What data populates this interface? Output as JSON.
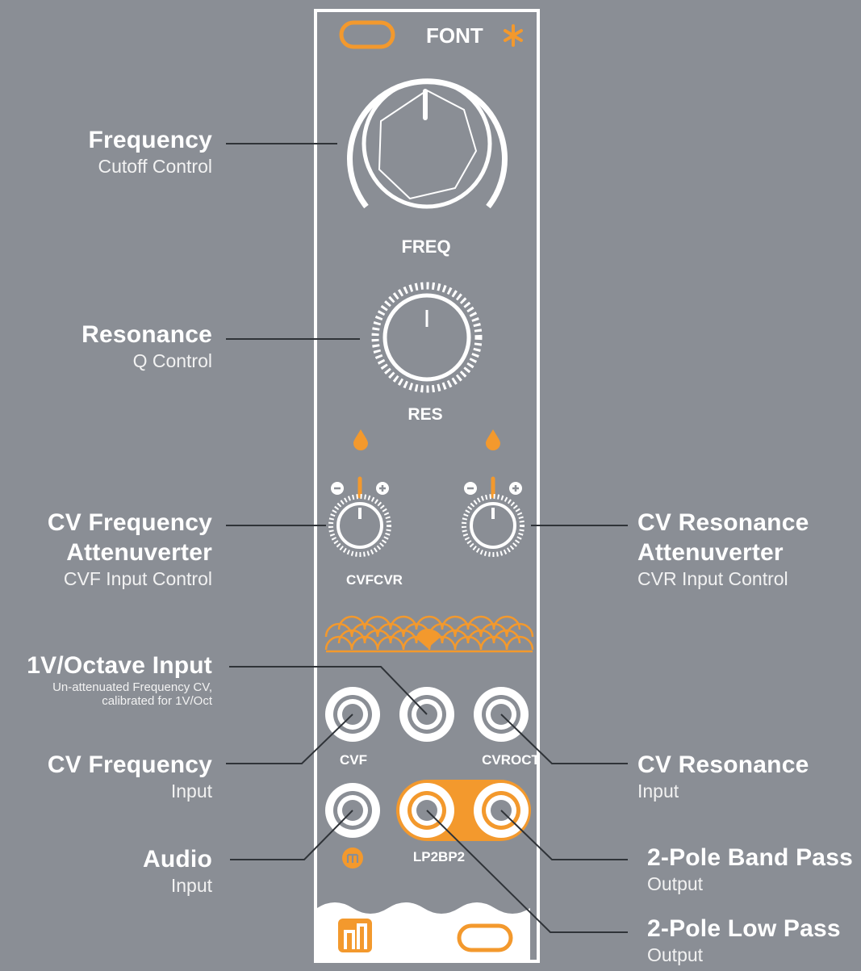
{
  "panel": {
    "brand": "FONT",
    "knob_labels": {
      "freq": "FREQ",
      "res": "RES",
      "cv_pair": "CVFCVR"
    },
    "jack_labels": {
      "cvf": "CVF",
      "cvr_oct": "CVROCT",
      "outputs": "LP2BP2"
    },
    "colors": {
      "panel": "#8a8e95",
      "accent": "#f3992d",
      "line": "#ffffff"
    }
  },
  "callouts": {
    "frequency": {
      "title": "Frequency",
      "subtitle": "Cutoff Control"
    },
    "resonance": {
      "title": "Resonance",
      "subtitle": "Q Control"
    },
    "cv_freq_att": {
      "title1": "CV Frequency",
      "title2": "Attenuverter",
      "subtitle": "CVF Input Control"
    },
    "cv_res_att": {
      "title1": "CV Resonance",
      "title2": "Attenuverter",
      "subtitle": "CVR Input Control"
    },
    "voct": {
      "title": "1V/Octave Input",
      "sub1": "Un-attenuated Frequency CV,",
      "sub2": "calibrated for 1V/Oct"
    },
    "cv_freq_in": {
      "title": "CV Frequency",
      "subtitle": "Input"
    },
    "cv_res_in": {
      "title": "CV Resonance",
      "subtitle": "Input"
    },
    "audio_in": {
      "title": "Audio",
      "subtitle": "Input"
    },
    "bp_out": {
      "title": "2-Pole Band Pass",
      "subtitle": "Output"
    },
    "lp_out": {
      "title": "2-Pole Low Pass",
      "subtitle": "Output"
    }
  }
}
